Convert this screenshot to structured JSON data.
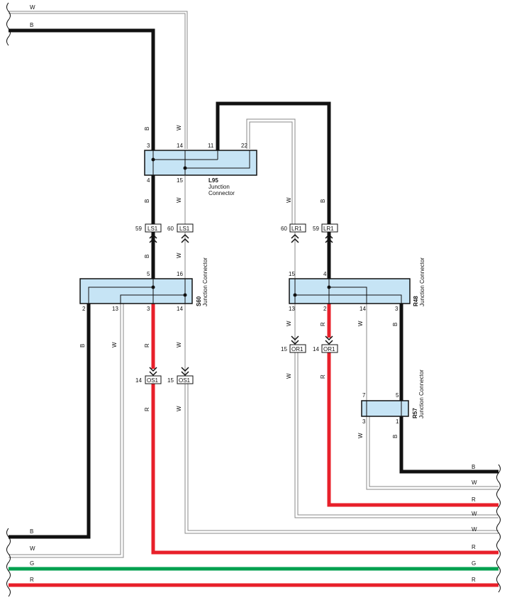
{
  "colors": {
    "B": "#111111",
    "W": "#888888",
    "R": "#e8202a",
    "G": "#00a04f",
    "box": "#c6e4f5"
  },
  "connectors": {
    "L95": {
      "name": "L95",
      "type_line1": "Junction",
      "type_line2": "Connector",
      "pins": {
        "p3": "3",
        "p14": "14",
        "p11": "11",
        "p22": "22",
        "p4": "4",
        "p15": "15"
      }
    },
    "S60": {
      "name": "S60",
      "type": "Junction Connector",
      "pins": {
        "p5": "5",
        "p16": "16",
        "p2": "2",
        "p13": "13",
        "p3": "3",
        "p14": "14"
      }
    },
    "R48": {
      "name": "R48",
      "type": "Junction Connector",
      "pins": {
        "p15": "15",
        "p4": "4",
        "p13": "13",
        "p2": "2",
        "p14": "14",
        "p3": "3"
      }
    },
    "R57": {
      "name": "R57",
      "type": "Junction Connector",
      "pins": {
        "p7": "7",
        "p5": "5",
        "p3": "3",
        "p1": "1"
      }
    }
  },
  "inline": {
    "ls1_a": {
      "pin": "59",
      "name": "LS1"
    },
    "ls1_b": {
      "pin": "60",
      "name": "LS1"
    },
    "lr1_a": {
      "pin": "60",
      "name": "LR1"
    },
    "lr1_b": {
      "pin": "59",
      "name": "LR1"
    },
    "os1_a": {
      "pin": "14",
      "name": "OS1"
    },
    "os1_b": {
      "pin": "15",
      "name": "OS1"
    },
    "or1_a": {
      "pin": "15",
      "name": "OR1"
    },
    "or1_b": {
      "pin": "14",
      "name": "OR1"
    }
  },
  "wire_labels": {
    "top_w": "W",
    "top_b": "B",
    "v_b1": "B",
    "v_w1": "W",
    "v_b2": "B",
    "v_w2": "W",
    "v_lr_w": "W",
    "v_lr_b": "B",
    "v_b3": "B",
    "v_w3": "W",
    "v_s60_b": "B",
    "v_s60_w": "W",
    "v_s60_r": "R",
    "v_s60_w2": "W",
    "v_os_r": "R",
    "v_os_w": "W",
    "v_r48_w": "W",
    "v_r48_r": "R",
    "v_r48_w2": "W",
    "v_r48_b": "B",
    "v_or_w": "W",
    "v_or_r": "R",
    "v_r57_w": "W",
    "v_r57_b": "B",
    "r_b": "B",
    "r_w1": "W",
    "r_r1": "R",
    "r_w2": "W",
    "r_w3": "W",
    "r_r2": "R",
    "r_g": "G",
    "r_r3": "R",
    "l_b": "B",
    "l_w": "W",
    "l_g": "G",
    "l_r": "R"
  }
}
